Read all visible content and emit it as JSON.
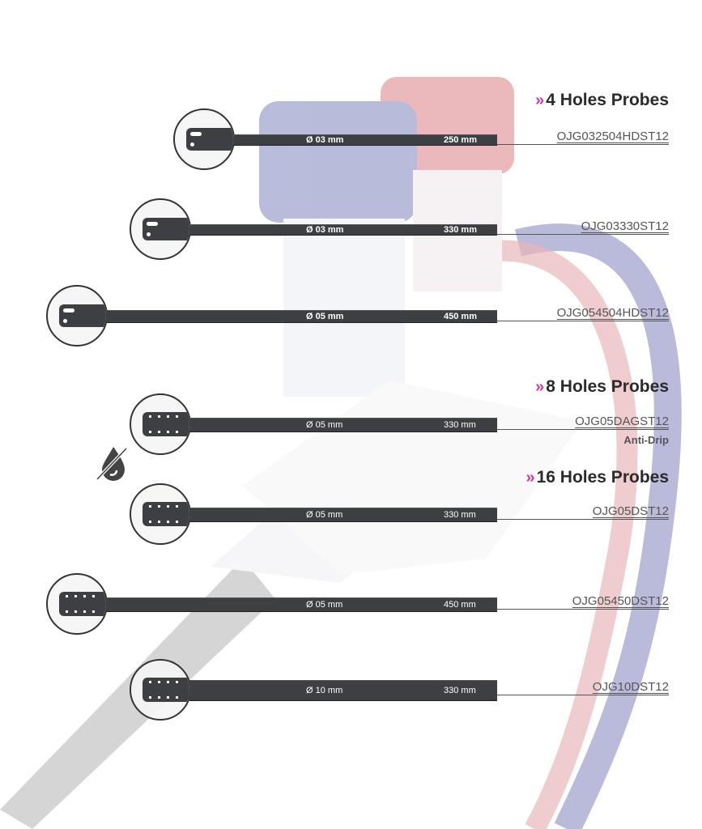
{
  "sections": [
    {
      "title": "4 Holes Probes"
    },
    {
      "title": "8 Holes Probes"
    },
    {
      "title": "16 Holes Probes"
    }
  ],
  "chevron_glyph": "»",
  "accent_color": "#d23a9a",
  "probes": [
    {
      "diameter": "Ø 03 mm",
      "length": "250 mm",
      "code": "OJG032504HDST12",
      "section": 0
    },
    {
      "diameter": "Ø 03 mm",
      "length": "330 mm",
      "code": "OJG03330ST12",
      "section": 0
    },
    {
      "diameter": "Ø 05 mm",
      "length": "450 mm",
      "code": "OJG054504HDST12",
      "section": 0
    },
    {
      "diameter": "Ø 05 mm",
      "length": "330 mm",
      "code": "OJG05DAGST12",
      "note": "Anti-Drip",
      "section": 1
    },
    {
      "diameter": "Ø 05 mm",
      "length": "330 mm",
      "code": "OJG05DST12",
      "section": 2
    },
    {
      "diameter": "Ø 05 mm",
      "length": "450 mm",
      "code": "OJG05450DST12",
      "section": 2
    },
    {
      "diameter": "Ø 10 mm",
      "length": "330 mm",
      "code": "OJG10DST12",
      "section": 2
    }
  ],
  "icons": {
    "anti_drip": "drop-crossed-icon"
  }
}
